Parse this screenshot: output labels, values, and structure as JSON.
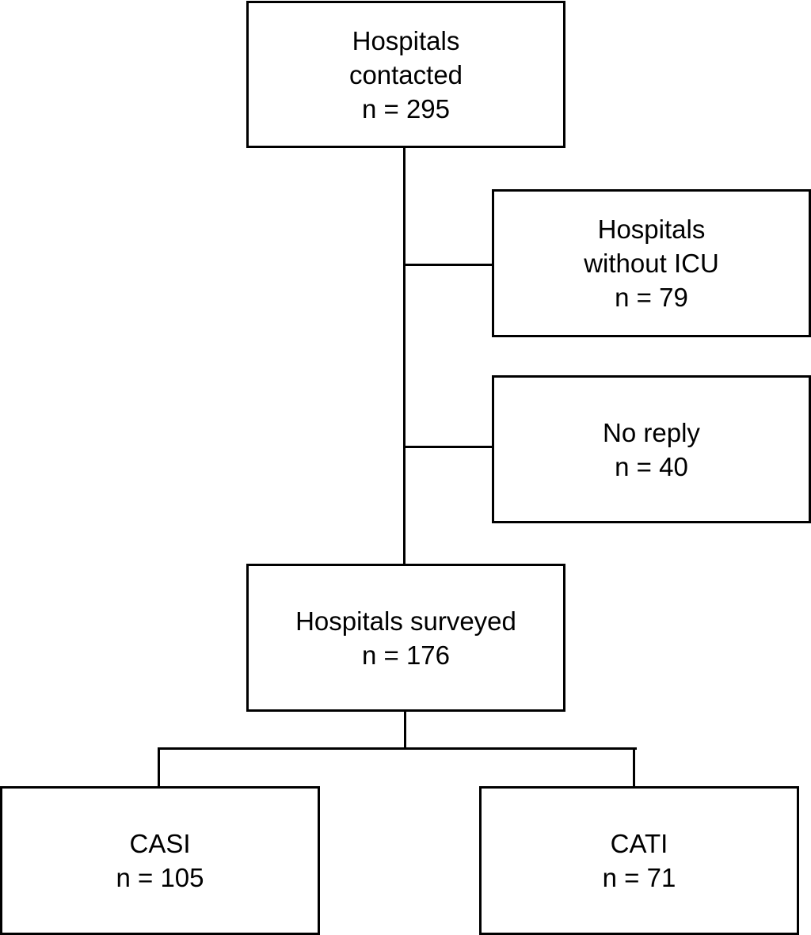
{
  "flowchart": {
    "contacted": {
      "lines": [
        "Hospitals",
        "contacted"
      ],
      "count": "n = 295"
    },
    "without_icu": {
      "lines": [
        "Hospitals",
        "without ICU"
      ],
      "count": "n = 79"
    },
    "no_reply": {
      "lines": [
        "No reply"
      ],
      "count": "n = 40"
    },
    "surveyed": {
      "lines": [
        "Hospitals surveyed"
      ],
      "count": "n = 176"
    },
    "casi": {
      "lines": [
        "CASI"
      ],
      "count": "n = 105"
    },
    "cati": {
      "lines": [
        "CATI"
      ],
      "count": "n = 71"
    }
  },
  "colors": {
    "stroke": "#000000",
    "fill": "#ffffff",
    "text": "#000000"
  }
}
